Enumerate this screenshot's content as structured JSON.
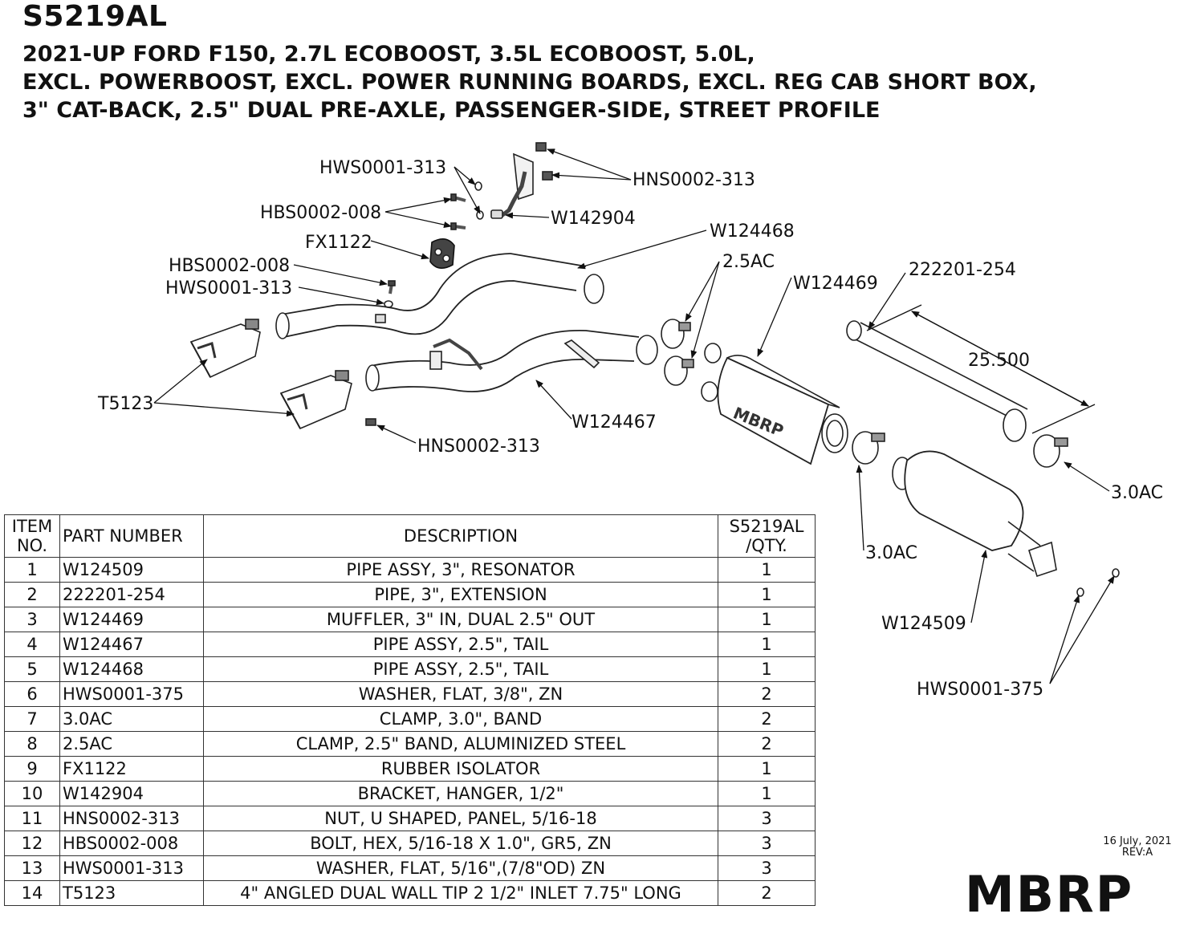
{
  "header": {
    "title": "S5219AL",
    "subtitle_lines": [
      "2021-UP FORD F150, 2.7L ECOBOOST, 3.5L ECOBOOST, 5.0L,",
      "EXCL. POWERBOOST, EXCL. POWER RUNNING BOARDS, EXCL. REG CAB SHORT BOX,",
      "3\" CAT-BACK, 2.5\" DUAL PRE-AXLE, PASSENGER-SIDE, STREET PROFILE"
    ]
  },
  "callouts": {
    "hws313_top": "HWS0001-313",
    "hns313_top": "HNS0002-313",
    "hbs008_top": "HBS0002-008",
    "w142904": "W142904",
    "fx1122": "FX1122",
    "w124468": "W124468",
    "hbs008_mid": "HBS0002-008",
    "hws313_mid": "HWS0001-313",
    "ac25": "2.5AC",
    "w124469": "W124469",
    "p222201": "222201-254",
    "dim": "25.500",
    "t5123": "T5123",
    "w124467": "W124467",
    "hns313_bottom": "HNS0002-313",
    "ac30_right": "3.0AC",
    "ac30_left": "3.0AC",
    "w124509": "W124509",
    "hws375": "HWS0001-375",
    "muffler_brand": "MBRP"
  },
  "bom": {
    "headers": {
      "item_line1": "ITEM",
      "item_line2": "NO.",
      "part_number": "PART NUMBER",
      "description": "DESCRIPTION",
      "qty_line1": "S5219AL",
      "qty_line2": "/QTY."
    },
    "rows": [
      {
        "item": "1",
        "part": "W124509",
        "desc": "PIPE ASSY, 3\", RESONATOR",
        "qty": "1"
      },
      {
        "item": "2",
        "part": "222201-254",
        "desc": "PIPE, 3\", EXTENSION",
        "qty": "1"
      },
      {
        "item": "3",
        "part": "W124469",
        "desc": "MUFFLER, 3\" IN, DUAL 2.5\" OUT",
        "qty": "1"
      },
      {
        "item": "4",
        "part": "W124467",
        "desc": "PIPE ASSY, 2.5\", TAIL",
        "qty": "1"
      },
      {
        "item": "5",
        "part": "W124468",
        "desc": "PIPE ASSY, 2.5\", TAIL",
        "qty": "1"
      },
      {
        "item": "6",
        "part": "HWS0001-375",
        "desc": "WASHER, FLAT, 3/8\", ZN",
        "qty": "2"
      },
      {
        "item": "7",
        "part": "3.0AC",
        "desc": "CLAMP, 3.0\", BAND",
        "qty": "2"
      },
      {
        "item": "8",
        "part": "2.5AC",
        "desc": "CLAMP, 2.5\" BAND, ALUMINIZED STEEL",
        "qty": "2"
      },
      {
        "item": "9",
        "part": "FX1122",
        "desc": "RUBBER ISOLATOR",
        "qty": "1"
      },
      {
        "item": "10",
        "part": "W142904",
        "desc": "BRACKET, HANGER, 1/2\"",
        "qty": "1"
      },
      {
        "item": "11",
        "part": "HNS0002-313",
        "desc": "NUT, U SHAPED, PANEL, 5/16-18",
        "qty": "3"
      },
      {
        "item": "12",
        "part": "HBS0002-008",
        "desc": "BOLT, HEX, 5/16-18 X 1.0\", GR5, ZN",
        "qty": "3"
      },
      {
        "item": "13",
        "part": "HWS0001-313",
        "desc": "WASHER, FLAT, 5/16\",(7/8\"OD) ZN",
        "qty": "3"
      },
      {
        "item": "14",
        "part": "T5123",
        "desc": "4\" ANGLED DUAL WALL TIP 2 1/2\" INLET 7.75\" LONG",
        "qty": "2"
      }
    ]
  },
  "footer": {
    "date": "16 July, 2021",
    "rev": "REV:A",
    "logo": "MBRP"
  }
}
